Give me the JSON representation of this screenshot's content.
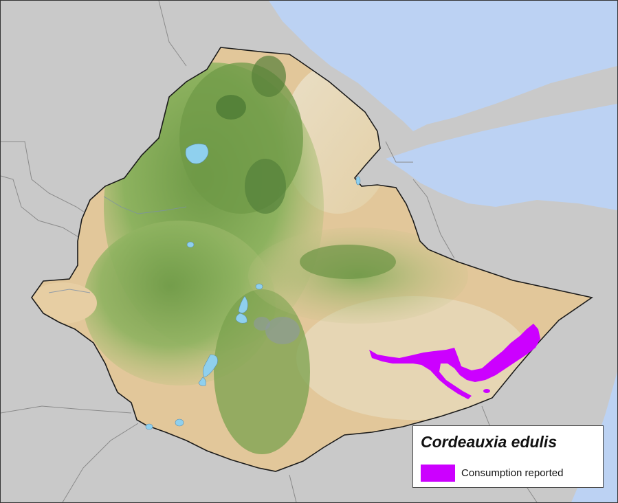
{
  "legend": {
    "title": "Cordeauxia edulis",
    "entries": [
      {
        "label": "Consumption reported",
        "color": "#cc00ff"
      }
    ]
  },
  "colors": {
    "sea": "#bcd2f3",
    "neighbor_land": "#c9c9c9",
    "lowland": "#e2c79a",
    "highland_green": "#7fa654",
    "dark_highland": "#5b8a3c",
    "lake": "#8fd0ee",
    "range": "#cc00ff",
    "border": "#1a1a1a"
  },
  "icons": [
    "lake-icon",
    "highland-relief"
  ]
}
